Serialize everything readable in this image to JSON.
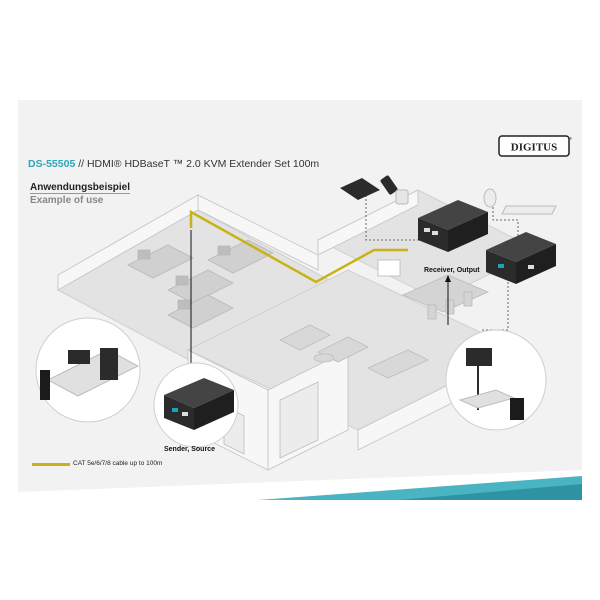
{
  "header": {
    "code": "DS-55505",
    "separator": "//",
    "title": "HDMI® HDBaseT ™ 2.0 KVM Extender Set 100m"
  },
  "brand": {
    "logo_text": "DIGITUS"
  },
  "section": {
    "title_de": "Anwendungsbeispiel",
    "title_en": "Example of use"
  },
  "labels": {
    "receiver": "Receiver, Output",
    "sender": "Sender, Source"
  },
  "legend": {
    "cable_text": "CAT 5e/6/7/8 cable up to 100m",
    "cable_color": "#c8b218"
  },
  "colors": {
    "accent": "#2aa7b8",
    "cable": "#c8b218",
    "device": "#2b2b2b"
  }
}
